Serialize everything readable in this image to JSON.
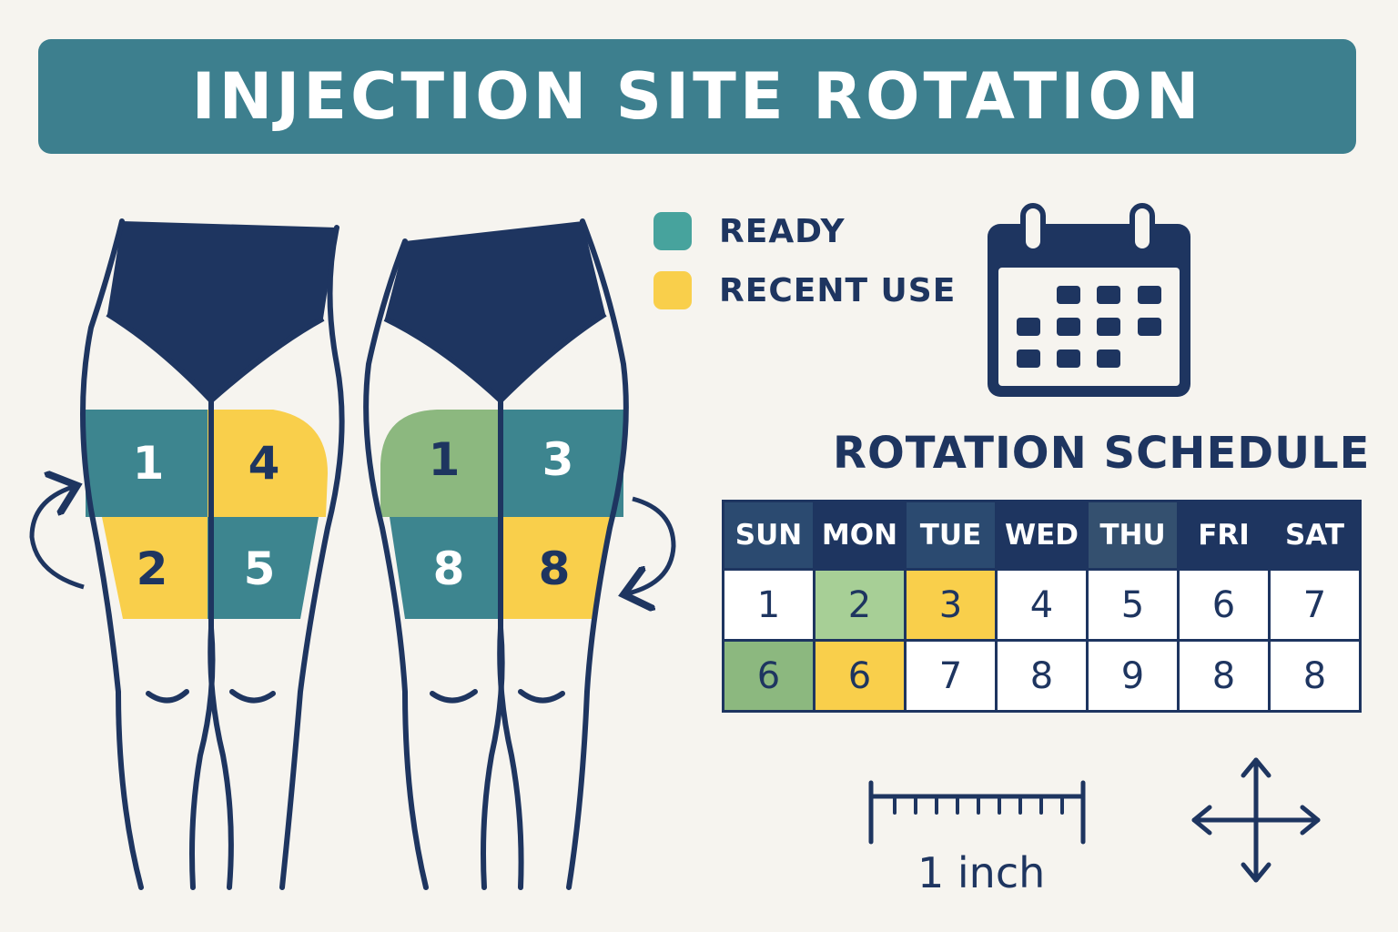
{
  "title": "INJECTION SITE ROTATION",
  "colors": {
    "ready": "#3d858f",
    "recent": "#f9cf4b",
    "used_green": "#8cb87f",
    "light_green": "#a7cf96",
    "navy": "#1e3560"
  },
  "legend": [
    {
      "label": "READY",
      "color": "#47a39d"
    },
    {
      "label": "RECENT USE",
      "color": "#f9cf4b"
    }
  ],
  "icons": [
    "calendar-icon",
    "rotate-counterclockwise-arrow-icon",
    "rotate-clockwise-arrow-icon",
    "four-way-arrow-icon",
    "ruler-icon"
  ],
  "left_figure": {
    "zones": [
      {
        "label": "1",
        "status": "ready"
      },
      {
        "label": "4",
        "status": "recent"
      },
      {
        "label": "2",
        "status": "recent"
      },
      {
        "label": "5",
        "status": "ready"
      }
    ]
  },
  "right_figure": {
    "zones": [
      {
        "label": "1",
        "status": "used"
      },
      {
        "label": "3",
        "status": "ready"
      },
      {
        "label": "8",
        "status": "ready"
      },
      {
        "label": "8",
        "status": "recent"
      }
    ]
  },
  "schedule": {
    "title": "ROTATION SCHEDULE",
    "days": [
      {
        "label": "SUN",
        "color": "#2b4a70"
      },
      {
        "label": "MON",
        "color": "#1e3560"
      },
      {
        "label": "TUE",
        "color": "#2b4a70"
      },
      {
        "label": "WED",
        "color": "#1e3560"
      },
      {
        "label": "THU",
        "color": "#34506f"
      },
      {
        "label": "FRI",
        "color": "#1e3560"
      },
      {
        "label": "SAT",
        "color": "#1e3560"
      }
    ],
    "rows": [
      [
        {
          "value": "1",
          "color": "#ffffff"
        },
        {
          "value": "2",
          "color": "#a7cf96"
        },
        {
          "value": "3",
          "color": "#f9cf4b"
        },
        {
          "value": "4",
          "color": "#ffffff"
        },
        {
          "value": "5",
          "color": "#ffffff"
        },
        {
          "value": "6",
          "color": "#ffffff"
        },
        {
          "value": "7",
          "color": "#ffffff"
        }
      ],
      [
        {
          "value": "6",
          "color": "#8cb87f"
        },
        {
          "value": "6",
          "color": "#f9cf4b"
        },
        {
          "value": "7",
          "color": "#ffffff"
        },
        {
          "value": "8",
          "color": "#ffffff"
        },
        {
          "value": "9",
          "color": "#ffffff"
        },
        {
          "value": "8",
          "color": "#ffffff"
        },
        {
          "value": "8",
          "color": "#ffffff"
        }
      ]
    ]
  },
  "scale": {
    "label": "1 inch"
  }
}
